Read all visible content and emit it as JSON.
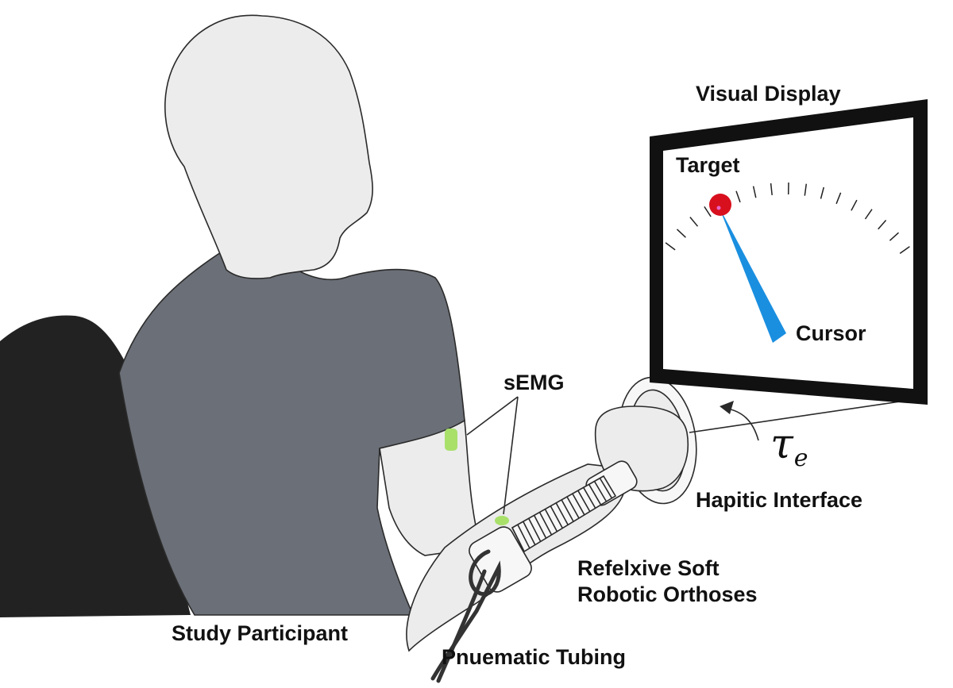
{
  "labels": {
    "visual_display": "Visual Display",
    "target": "Target",
    "cursor": "Cursor",
    "semg": "sEMG",
    "torque_symbol": "τ",
    "torque_subscript": "e",
    "haptic_interface": "Hapitic Interface",
    "orthoses_line1": "Refelxive Soft",
    "orthoses_line2": "Robotic Orthoses",
    "study_participant": "Study Participant",
    "pneumatic_tubing": "Pnuematic Tubing"
  },
  "colors": {
    "head_skin": "#ececec",
    "shirt": "#6b6f77",
    "chair": "#222222",
    "outline": "#2a2a2a",
    "monitor_frame": "#111111",
    "screen": "#ffffff",
    "target": "#d8101e",
    "cursor": "#1a8fe0",
    "emg_sensor": "#a8e06a",
    "tubing": "#333333"
  },
  "icons": {
    "torque_arrow": "curved-arrow-icon"
  }
}
